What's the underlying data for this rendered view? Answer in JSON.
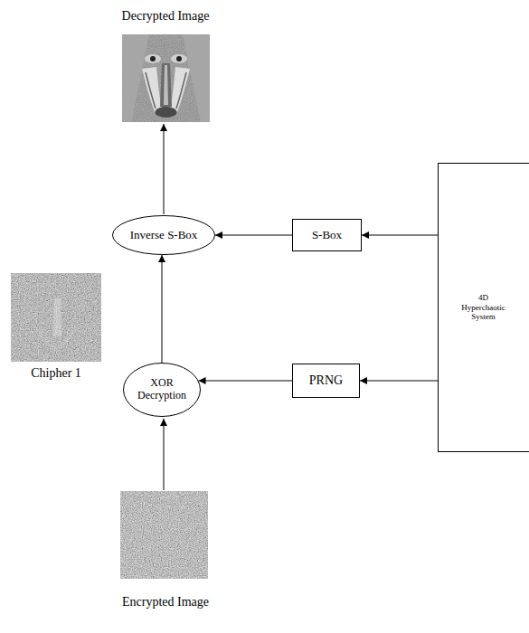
{
  "diagram": {
    "nodes": [
      {
        "text": [
          "Inverse S-Box"
        ]
      },
      {
        "text": [
          "S-Box"
        ]
      },
      {
        "text": [
          "4D Hyperchaotic System"
        ]
      },
      {
        "text": [
          "XOR Decryption"
        ]
      },
      {
        "text": [
          "PRNG"
        ]
      }
    ],
    "edges": [
      {
        "from": 3,
        "to": 0,
        "arrow": "to"
      },
      {
        "from": 1,
        "to": 0,
        "arrow": "to"
      },
      {
        "from": 2,
        "to": 1,
        "arrow": "to"
      },
      {
        "from": 4,
        "to": 3,
        "arrow": "to"
      },
      {
        "from": 2,
        "to": 4,
        "arrow": "to"
      }
    ],
    "labels": [
      "Decrypted Image",
      "Chipher 1",
      "Encrypted Image"
    ]
  }
}
